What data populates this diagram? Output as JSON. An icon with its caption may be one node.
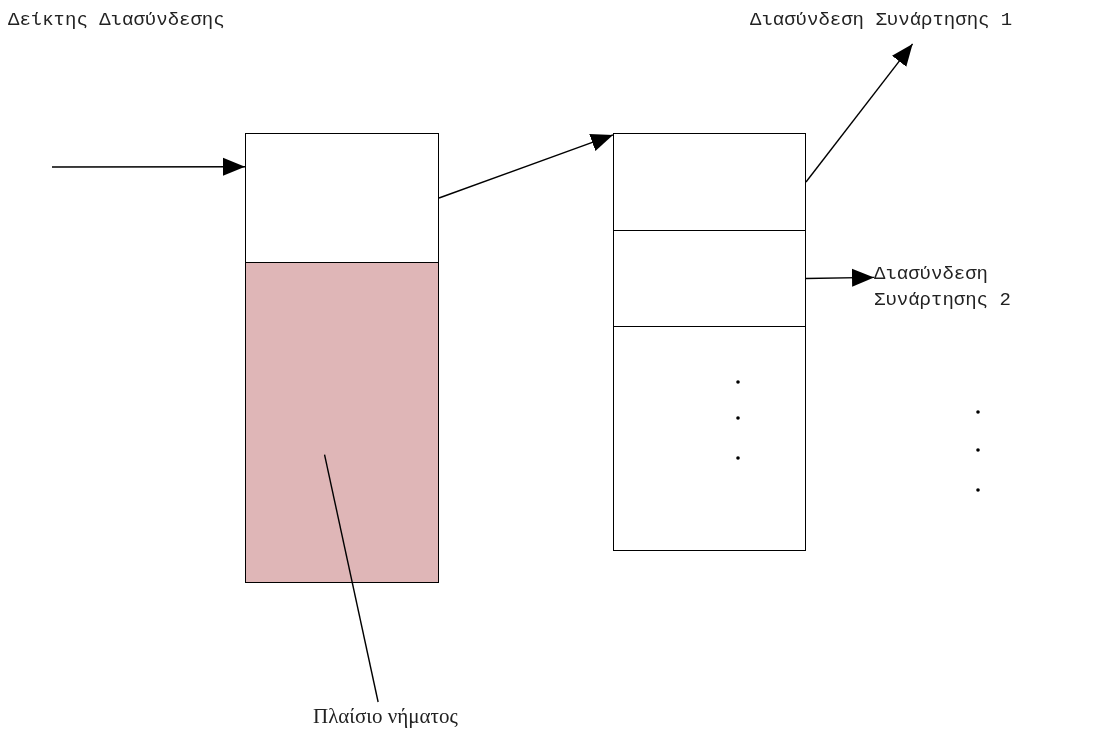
{
  "diagram": {
    "nodes": [
      {
        "text": [],
        "shape": "box"
      },
      {
        "text": [],
        "shape": "box"
      },
      {
        "text": [
          "Πλαίσιο νήματος"
        ]
      },
      {
        "text": [],
        "shape": "box"
      },
      {
        "text": [],
        "shape": "box"
      },
      {
        "text": [],
        "shape": "box"
      },
      {
        "text": [
          "Διασύνδεση Συνάρτησης 1"
        ]
      },
      {
        "text": [
          "Διασύνδεση Συνάρτησης 2"
        ]
      }
    ],
    "edges": [
      {
        "from": null,
        "to": 0,
        "arrow": "to"
      },
      {
        "from": 0,
        "to": 3,
        "arrow": "to"
      },
      {
        "from": 3,
        "to": 6,
        "arrow": "to"
      },
      {
        "from": 4,
        "to": 7,
        "arrow": "to"
      },
      {
        "from": 2,
        "to": 1,
        "arrow": "none"
      }
    ],
    "labels": [
      "Δείκτης Διασύνδεσης"
    ]
  }
}
